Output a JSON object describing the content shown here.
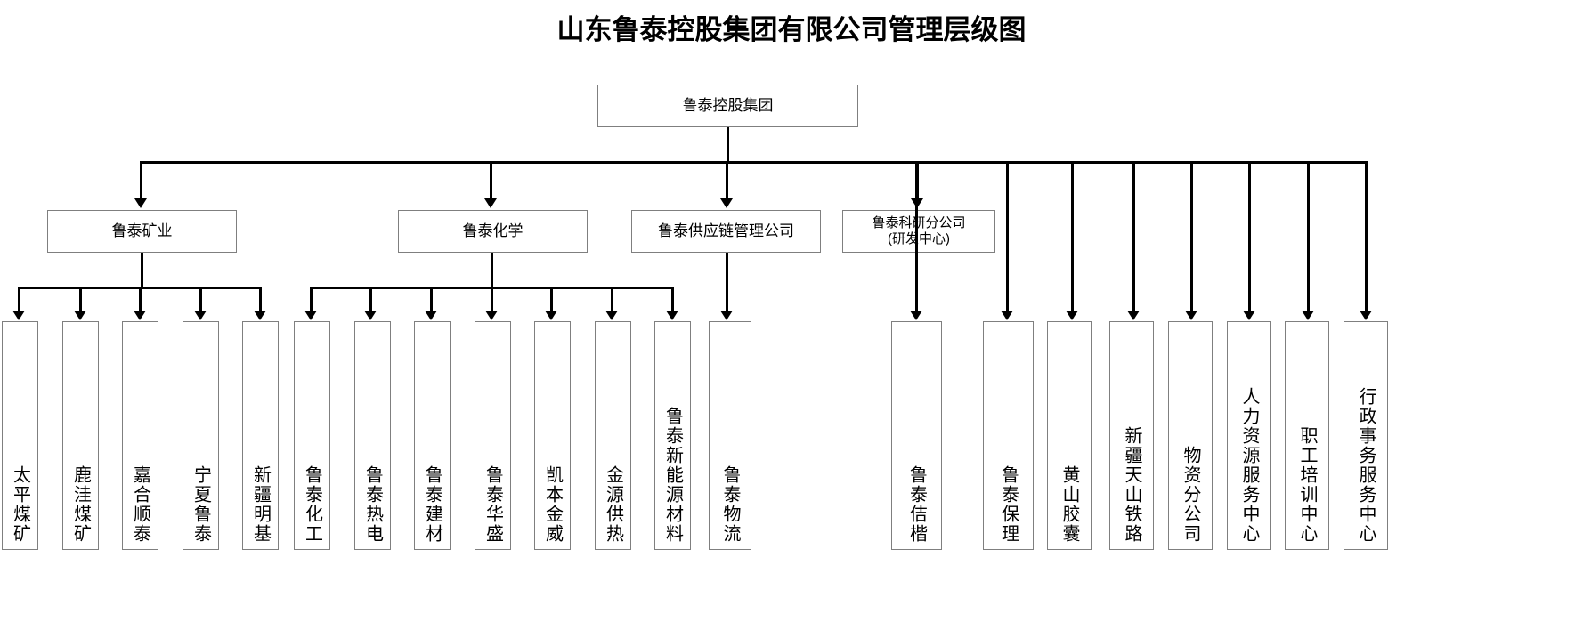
{
  "title": "山东鲁泰控股集团有限公司管理层级图",
  "root": {
    "label": "鲁泰控股集团"
  },
  "divisions": [
    {
      "id": "mining",
      "label": "鲁泰矿业",
      "label2": ""
    },
    {
      "id": "chemical",
      "label": "鲁泰化学",
      "label2": ""
    },
    {
      "id": "supplychain",
      "label": "鲁泰供应链管理公司",
      "label2": ""
    },
    {
      "id": "research",
      "label": "鲁泰科研分公司",
      "label2": "(研发中心)"
    }
  ],
  "mining_children": [
    {
      "label": "太平煤矿"
    },
    {
      "label": "鹿洼煤矿"
    },
    {
      "label": "嘉合顺泰"
    },
    {
      "label": "宁夏鲁泰"
    },
    {
      "label": "新疆明基"
    }
  ],
  "chemical_children": [
    {
      "label": "鲁泰化工"
    },
    {
      "label": "鲁泰热电"
    },
    {
      "label": "鲁泰建材"
    },
    {
      "label": "鲁泰华盛"
    },
    {
      "label": "凯本金威"
    },
    {
      "label": "金源供热"
    },
    {
      "label": "鲁泰新能源材料"
    }
  ],
  "supplychain_children": [
    {
      "label": "鲁泰物流"
    }
  ],
  "group_children": [
    {
      "label": "鲁泰佶楷"
    },
    {
      "label": "鲁泰保理"
    },
    {
      "label": "黄山胶囊"
    },
    {
      "label": "新疆天山铁路"
    },
    {
      "label": "物资分公司"
    },
    {
      "label": "人力资源服务中心"
    },
    {
      "label": "职工培训中心"
    },
    {
      "label": "行政事务服务中心"
    }
  ],
  "colors": {
    "box_border": "#7f7f7f",
    "connector": "#000000",
    "text": "#000000",
    "background": "#ffffff"
  }
}
